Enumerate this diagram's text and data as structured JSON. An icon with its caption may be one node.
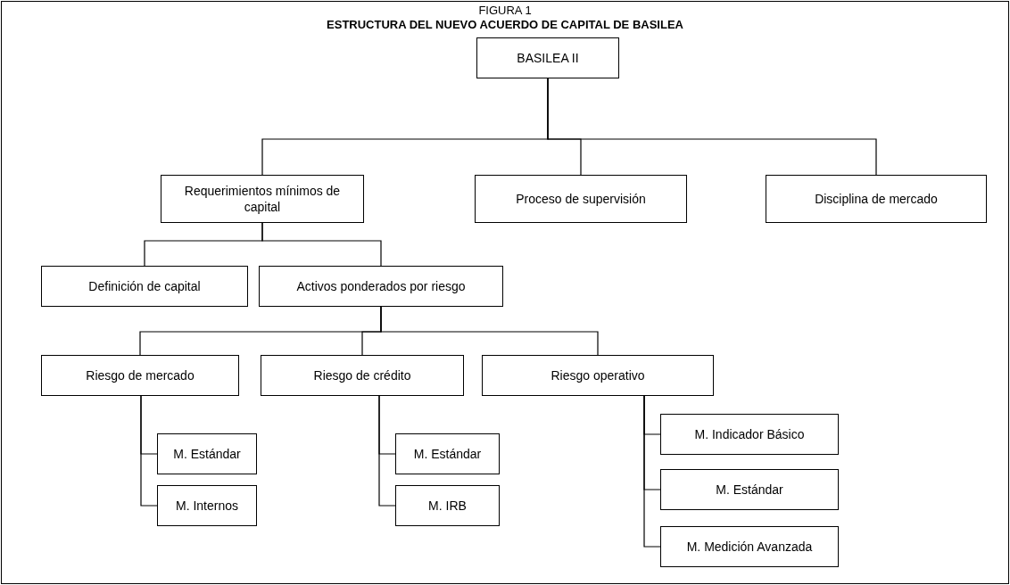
{
  "diagram": {
    "title": "ESTRUCTURA DEL NUEVO ACUERDO DE CAPITAL DE BASILEA",
    "nodes": [
      {
        "text": [
          "BASILEA II"
        ]
      },
      {
        "text": [
          "Requerimientos mínimos de capital"
        ]
      },
      {
        "text": [
          "Proceso de supervisión"
        ]
      },
      {
        "text": [
          "Disciplina de mercado"
        ]
      },
      {
        "text": [
          "Definición de capital"
        ]
      },
      {
        "text": [
          "Activos ponderados por riesgo"
        ]
      },
      {
        "text": [
          "Riesgo de mercado"
        ]
      },
      {
        "text": [
          "Riesgo de crédito"
        ]
      },
      {
        "text": [
          "Riesgo operativo"
        ]
      },
      {
        "text": [
          "M. Estándar"
        ]
      },
      {
        "text": [
          "M. Internos"
        ]
      },
      {
        "text": [
          "M. Estándar"
        ]
      },
      {
        "text": [
          "M. IRB"
        ]
      },
      {
        "text": [
          "M. Indicador Básico"
        ]
      },
      {
        "text": [
          "M. Estándar"
        ]
      },
      {
        "text": [
          "M. Medición Avanzada"
        ]
      }
    ],
    "edges": [
      {
        "from": 0,
        "to": 1,
        "arrow": "none"
      },
      {
        "from": 0,
        "to": 2,
        "arrow": "none"
      },
      {
        "from": 0,
        "to": 3,
        "arrow": "none"
      },
      {
        "from": 1,
        "to": 4,
        "arrow": "none"
      },
      {
        "from": 1,
        "to": 5,
        "arrow": "none"
      },
      {
        "from": 5,
        "to": 6,
        "arrow": "none"
      },
      {
        "from": 5,
        "to": 7,
        "arrow": "none"
      },
      {
        "from": 5,
        "to": 8,
        "arrow": "none"
      },
      {
        "from": 6,
        "to": 9,
        "arrow": "none"
      },
      {
        "from": 6,
        "to": 10,
        "arrow": "none"
      },
      {
        "from": 7,
        "to": 11,
        "arrow": "none"
      },
      {
        "from": 7,
        "to": 12,
        "arrow": "none"
      },
      {
        "from": 8,
        "to": 13,
        "arrow": "none"
      },
      {
        "from": 8,
        "to": 14,
        "arrow": "none"
      },
      {
        "from": 8,
        "to": 15,
        "arrow": "none"
      }
    ],
    "labels": [
      "FIGURA 1"
    ]
  }
}
